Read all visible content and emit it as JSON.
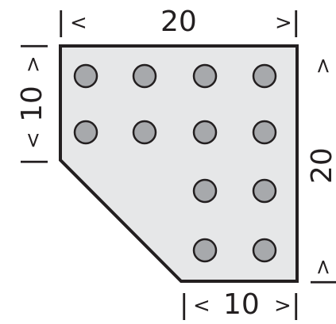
{
  "dimensions": {
    "top": {
      "left_bar": "|",
      "left_arrow": "<",
      "value": "20",
      "right_arrow": ">",
      "right_bar": "|"
    },
    "bottom": {
      "left_bar": "|",
      "left_arrow": "<",
      "value": "10",
      "right_arrow": ">",
      "right_bar": "|"
    },
    "left": {
      "top_bar": "|",
      "top_arrow": ">",
      "value": "10",
      "bottom_arrow": "<",
      "bottom_bar": "|"
    },
    "right": {
      "top_arrow": ">",
      "value": "20",
      "bottom_arrow": ">",
      "bottom_bar": "|"
    }
  },
  "colors": {
    "plate_fill": "#e6e7e8",
    "plate_stroke": "#231f20",
    "hole_fill": "#a7a9ac",
    "hole_stroke": "#231f20",
    "text": "#231f20"
  },
  "holes": {
    "rows": [
      [
        1,
        1,
        1,
        1
      ],
      [
        1,
        1,
        1,
        1
      ],
      [
        0,
        0,
        1,
        1
      ],
      [
        0,
        0,
        1,
        1
      ]
    ]
  }
}
